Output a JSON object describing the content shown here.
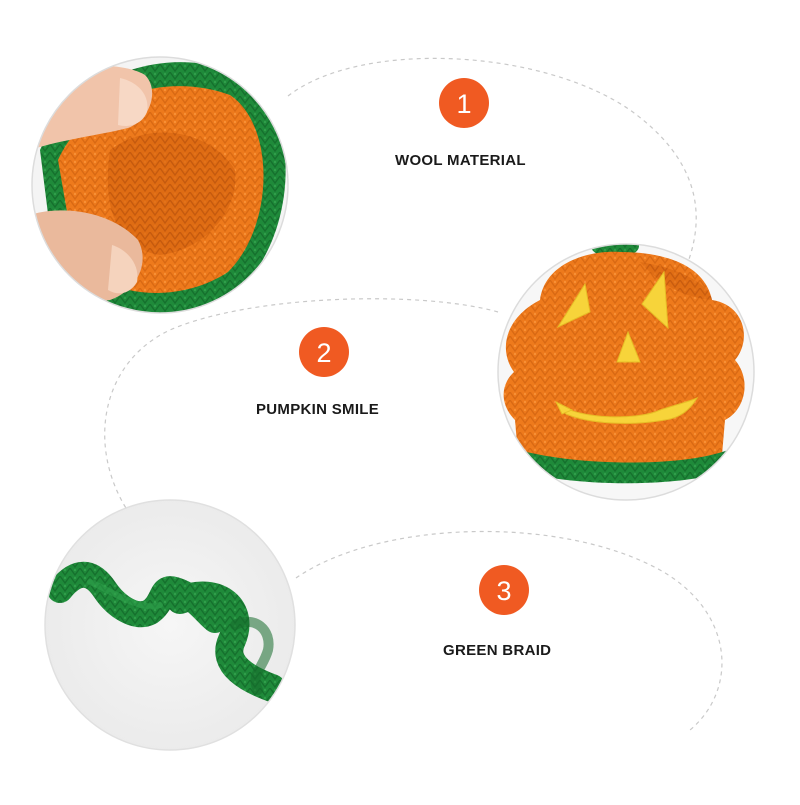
{
  "features": [
    {
      "number": "1",
      "label": "WOOL MATERIAL"
    },
    {
      "number": "2",
      "label": "PUMPKIN SMILE"
    },
    {
      "number": "3",
      "label": "GREEN BRAID"
    }
  ],
  "photos": [
    {
      "subject": "crochet pumpkin hat inner knit held by fingers"
    },
    {
      "subject": "orange knitted pumpkin hat with yellow jack-o-lantern face"
    },
    {
      "subject": "green crochet braid stem curl"
    }
  ],
  "colors": {
    "badge": "#f05a22",
    "orange_yarn": "#ee7a1c",
    "dark_orange": "#d85f0e",
    "green_yarn": "#1f8a3a",
    "dark_green": "#166b2c",
    "face_yellow": "#f7d43a",
    "dashed_line": "#c9c9c9",
    "photo_ring": "#dcdcdc"
  }
}
